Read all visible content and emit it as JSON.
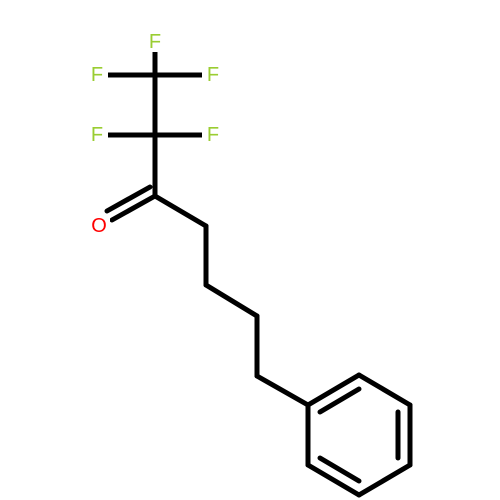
{
  "molecule": {
    "atoms": [
      {
        "id": "F1",
        "label": "F",
        "color": "#9acd32"
      },
      {
        "id": "F2",
        "label": "F",
        "color": "#9acd32"
      },
      {
        "id": "F3",
        "label": "F",
        "color": "#9acd32"
      },
      {
        "id": "F4",
        "label": "F",
        "color": "#9acd32"
      },
      {
        "id": "F5",
        "label": "F",
        "color": "#9acd32"
      },
      {
        "id": "O1",
        "label": "O",
        "color": "#ff0000"
      }
    ],
    "bond_color": "#000000",
    "background": "#ffffff"
  }
}
